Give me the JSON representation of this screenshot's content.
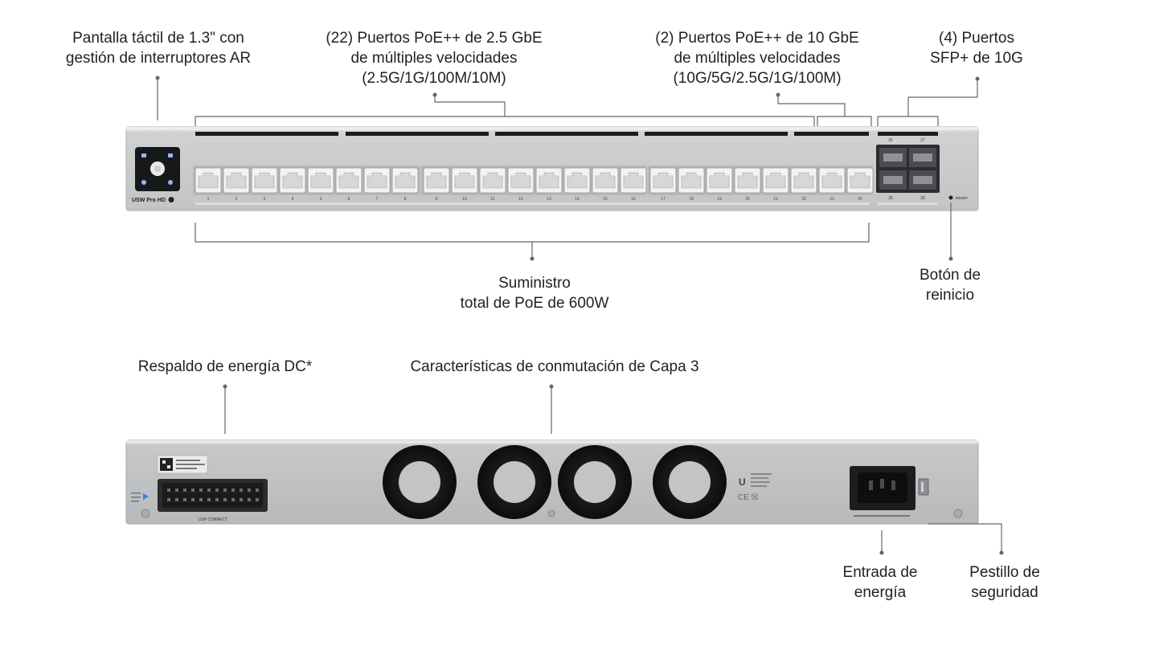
{
  "front_panel": {
    "callouts": {
      "touchscreen": [
        "Pantalla táctil de 1.3\" con",
        "gestión de interruptores AR"
      ],
      "ports_25g": [
        "(22) Puertos PoE++ de 2.5 GbE",
        "de múltiples velocidades",
        "(2.5G/1G/100M/10M)"
      ],
      "ports_10g": [
        "(2) Puertos PoE++ de 10 GbE",
        "de múltiples velocidades",
        "(10G/5G/2.5G/1G/100M)"
      ],
      "sfp": [
        "(4) Puertos",
        "SFP+ de 10G"
      ],
      "poe_budget": [
        "Suministro",
        "total de PoE de 600W"
      ],
      "reset": [
        "Botón de",
        "reinicio"
      ]
    },
    "model_label": "USW Pro HD",
    "port_labels": [
      "1",
      "2",
      "3",
      "4",
      "5",
      "6",
      "7",
      "8",
      "9",
      "10",
      "11",
      "12",
      "13",
      "14",
      "15",
      "16",
      "17",
      "18",
      "19",
      "20",
      "21",
      "22",
      "23",
      "24"
    ],
    "sfp_labels_top": [
      "25",
      "27"
    ],
    "sfp_labels_bottom": [
      "26",
      "28"
    ],
    "reset_label": "RESET",
    "colors": {
      "chassis": "#c9cbcd",
      "chassis_dark": "#9a9c9f",
      "accent_blue": "#2f7ff6",
      "screen": "#16181a"
    }
  },
  "rear_panel": {
    "callouts": {
      "dc_backup": [
        "Respaldo de energía DC*"
      ],
      "layer3": [
        "Características de conmutación de Capa 3"
      ],
      "power_input": [
        "Entrada de",
        "energía"
      ],
      "security_latch": [
        "Pestillo de",
        "seguridad"
      ]
    },
    "usp_label": "USP CONNECT"
  }
}
